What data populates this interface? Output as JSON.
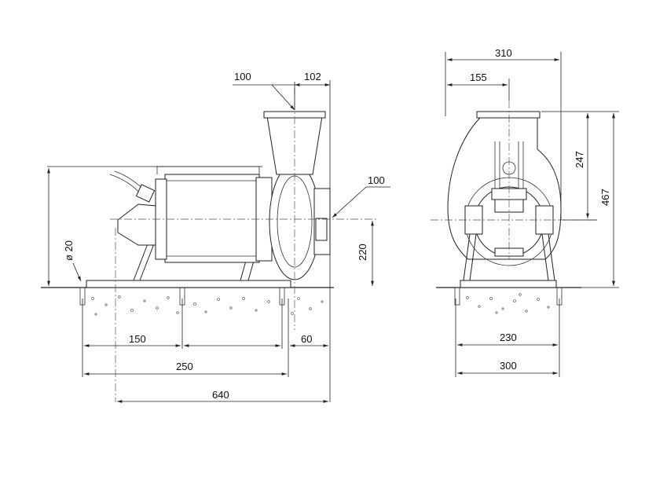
{
  "side_view": {
    "dims": {
      "flange_width": "100",
      "flange_offset": "102",
      "outlet": "100",
      "anchor_dia": "ø 20",
      "axis_height": "220",
      "bolt_spacing": "150",
      "bolt_to_outlet": "60",
      "base_length": "250",
      "overall_length": "640"
    }
  },
  "front_view": {
    "dims": {
      "overall_width": "310",
      "center_offset": "155",
      "flange_to_axis": "247",
      "overall_height": "467",
      "bolt_spacing": "230",
      "base_width": "300"
    }
  }
}
